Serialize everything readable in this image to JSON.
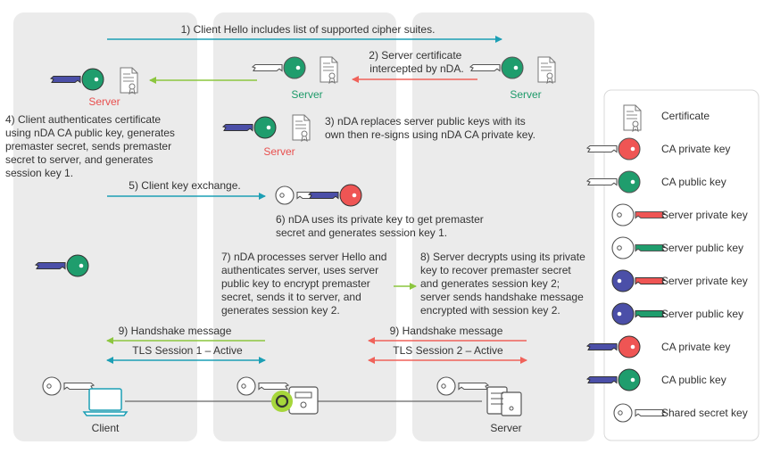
{
  "colors": {
    "panel": "#ebebeb",
    "teal": "#1c9fb5",
    "lime": "#8cc63f",
    "red_arrow": "#f0625a",
    "key_red": "#ef5554",
    "key_green": "#1f9d6d",
    "key_navy": "#4b4fa8",
    "server_red_text": "#e8504f",
    "server_green_text": "#1e9a6a"
  },
  "steps": {
    "s1": "1) Client Hello includes list of supported cipher suites.",
    "s2": [
      "2) Server certificate",
      "intercepted by nDA."
    ],
    "s3": [
      "3) nDA replaces server public keys with its",
      "own then re-signs using nDA CA private key."
    ],
    "s4": [
      "4) Client authenticates certificate",
      "using nDA CA public key, generates",
      "premaster secret, sends premaster",
      "secret to server, and generates",
      "session key 1."
    ],
    "s5": "5) Client key exchange.",
    "s6": [
      "6) nDA uses its private key to get premaster",
      "secret and generates session key 1."
    ],
    "s7": [
      "7) nDA processes server Hello and",
      "authenticates server, uses server",
      "public key to encrypt premaster",
      "secret, sends it to server, and",
      "generates session key 2."
    ],
    "s8": [
      "8) Server decrypts using its private",
      "key to recover premaster secret",
      "and generates session key 2;",
      "server sends handshake message",
      "encrypted with session key 2."
    ],
    "s9a": "9) Handshake message",
    "s9b": "9) Handshake message",
    "tls1": "TLS Session 1 – Active",
    "tls2": "TLS Session 2 – Active"
  },
  "labels": {
    "server_left_red": "Server",
    "server_mid_green": "Server",
    "server_right_green": "Server",
    "server_mid_red": "Server",
    "client": "Client",
    "server_bottom": "Server"
  },
  "legend": [
    {
      "icon": "certificate-icon",
      "label": "Certificate"
    },
    {
      "icon": "key-red-outline-icon",
      "label": "CA private key"
    },
    {
      "icon": "key-green-outline-icon",
      "label": "CA public key"
    },
    {
      "icon": "key-white-red-icon",
      "label": "Server private key"
    },
    {
      "icon": "key-white-green-icon",
      "label": "Server public key"
    },
    {
      "icon": "key-navy-red-icon",
      "label": "Server private key"
    },
    {
      "icon": "key-navy-green-icon",
      "label": "Server public key"
    },
    {
      "icon": "key-red-navy-icon",
      "label": "CA private key"
    },
    {
      "icon": "key-green-navy-icon",
      "label": "CA public key"
    },
    {
      "icon": "key-shared-icon",
      "label": "Shared secret key"
    }
  ]
}
